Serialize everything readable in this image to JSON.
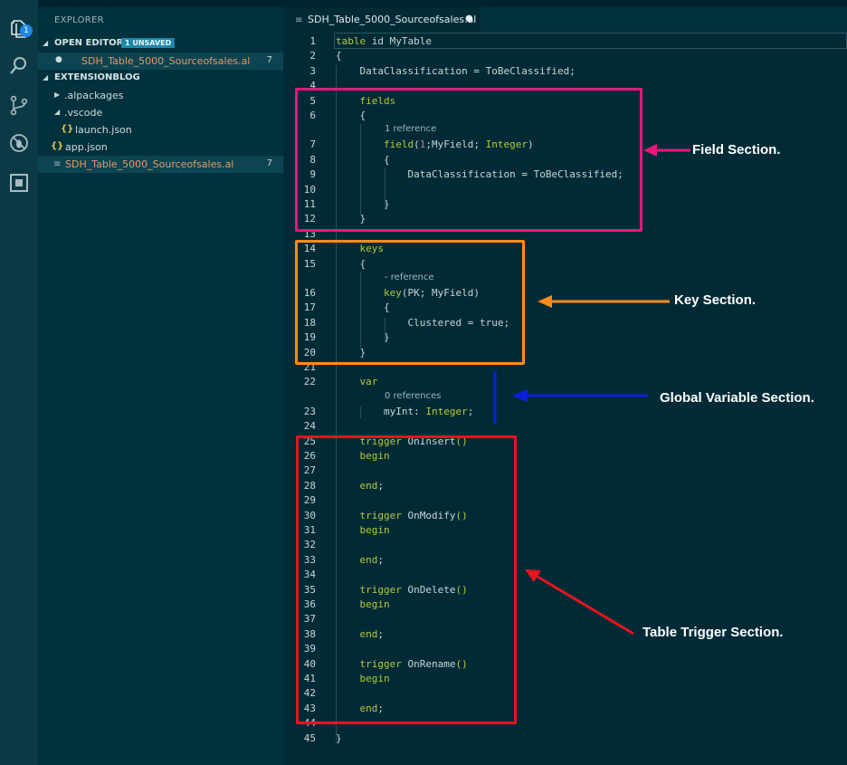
{
  "activity": {
    "explorer_badge": "1",
    "icons": [
      "files-icon",
      "search-icon",
      "source-control-icon",
      "debug-icon",
      "extensions-icon"
    ]
  },
  "sidebar": {
    "title": "EXPLORER",
    "open_editors": {
      "label": "OPEN EDITORS",
      "badge": "1 UNSAVED",
      "items": [
        {
          "name": "SDH_Table_5000_Sourceofsales.al",
          "count": "7"
        }
      ]
    },
    "project": {
      "label": "EXTENSIONBLOG",
      "items": [
        {
          "name": ".alpackages"
        },
        {
          "name": ".vscode"
        },
        {
          "name": "launch.json"
        },
        {
          "name": "app.json"
        },
        {
          "name": "SDH_Table_5000_Sourceofsales.al",
          "count": "7"
        }
      ]
    }
  },
  "tab": {
    "label": "SDH_Table_5000_Sourceofsales.al",
    "dirty_marker": "●"
  },
  "editor": {
    "lines": [
      {
        "n": "1",
        "t": "table id MyTable"
      },
      {
        "n": "2",
        "t": "{"
      },
      {
        "n": "3",
        "t": "DataClassification = ToBeClassified;"
      },
      {
        "n": "4",
        "t": ""
      },
      {
        "n": "5",
        "t": "fields"
      },
      {
        "n": "6",
        "t": "{"
      },
      {
        "n": "7",
        "t": "field(1;MyField; Integer)"
      },
      {
        "n": "8",
        "t": "{"
      },
      {
        "n": "9",
        "t": "DataClassification = ToBeClassified;"
      },
      {
        "n": "10",
        "t": ""
      },
      {
        "n": "11",
        "t": "}"
      },
      {
        "n": "12",
        "t": "}"
      },
      {
        "n": "13",
        "t": ""
      },
      {
        "n": "14",
        "t": "keys"
      },
      {
        "n": "15",
        "t": "{"
      },
      {
        "n": "16",
        "t": "key(PK; MyField)"
      },
      {
        "n": "17",
        "t": "{"
      },
      {
        "n": "18",
        "t": "Clustered = true;"
      },
      {
        "n": "19",
        "t": "}"
      },
      {
        "n": "20",
        "t": "}"
      },
      {
        "n": "21",
        "t": ""
      },
      {
        "n": "22",
        "t": "var"
      },
      {
        "n": "23",
        "t": "myInt: Integer;"
      },
      {
        "n": "24",
        "t": ""
      },
      {
        "n": "25",
        "t": "trigger OnInsert()"
      },
      {
        "n": "26",
        "t": "begin"
      },
      {
        "n": "27",
        "t": ""
      },
      {
        "n": "28",
        "t": "end;"
      },
      {
        "n": "29",
        "t": ""
      },
      {
        "n": "30",
        "t": "trigger OnModify()"
      },
      {
        "n": "31",
        "t": "begin"
      },
      {
        "n": "32",
        "t": ""
      },
      {
        "n": "33",
        "t": "end;"
      },
      {
        "n": "34",
        "t": ""
      },
      {
        "n": "35",
        "t": "trigger OnDelete()"
      },
      {
        "n": "36",
        "t": "begin"
      },
      {
        "n": "37",
        "t": ""
      },
      {
        "n": "38",
        "t": "end;"
      },
      {
        "n": "39",
        "t": ""
      },
      {
        "n": "40",
        "t": "trigger OnRename()"
      },
      {
        "n": "41",
        "t": "begin"
      },
      {
        "n": "42",
        "t": ""
      },
      {
        "n": "43",
        "t": "end;"
      },
      {
        "n": "44",
        "t": ""
      },
      {
        "n": "45",
        "t": "}"
      }
    ],
    "codelens": {
      "field": "1 reference",
      "key": "- reference",
      "var": "0 references"
    }
  },
  "annotations": {
    "field_section": {
      "label": "Field Section.",
      "color": "#e8177d"
    },
    "key_section": {
      "label": "Key Section.",
      "color": "#ff8c1a"
    },
    "global_variable_section": {
      "label": "Global Variable Section.",
      "color": "#0a1fe0"
    },
    "table_trigger_section": {
      "label": "Table Trigger Section.",
      "color": "#e8141e"
    }
  }
}
